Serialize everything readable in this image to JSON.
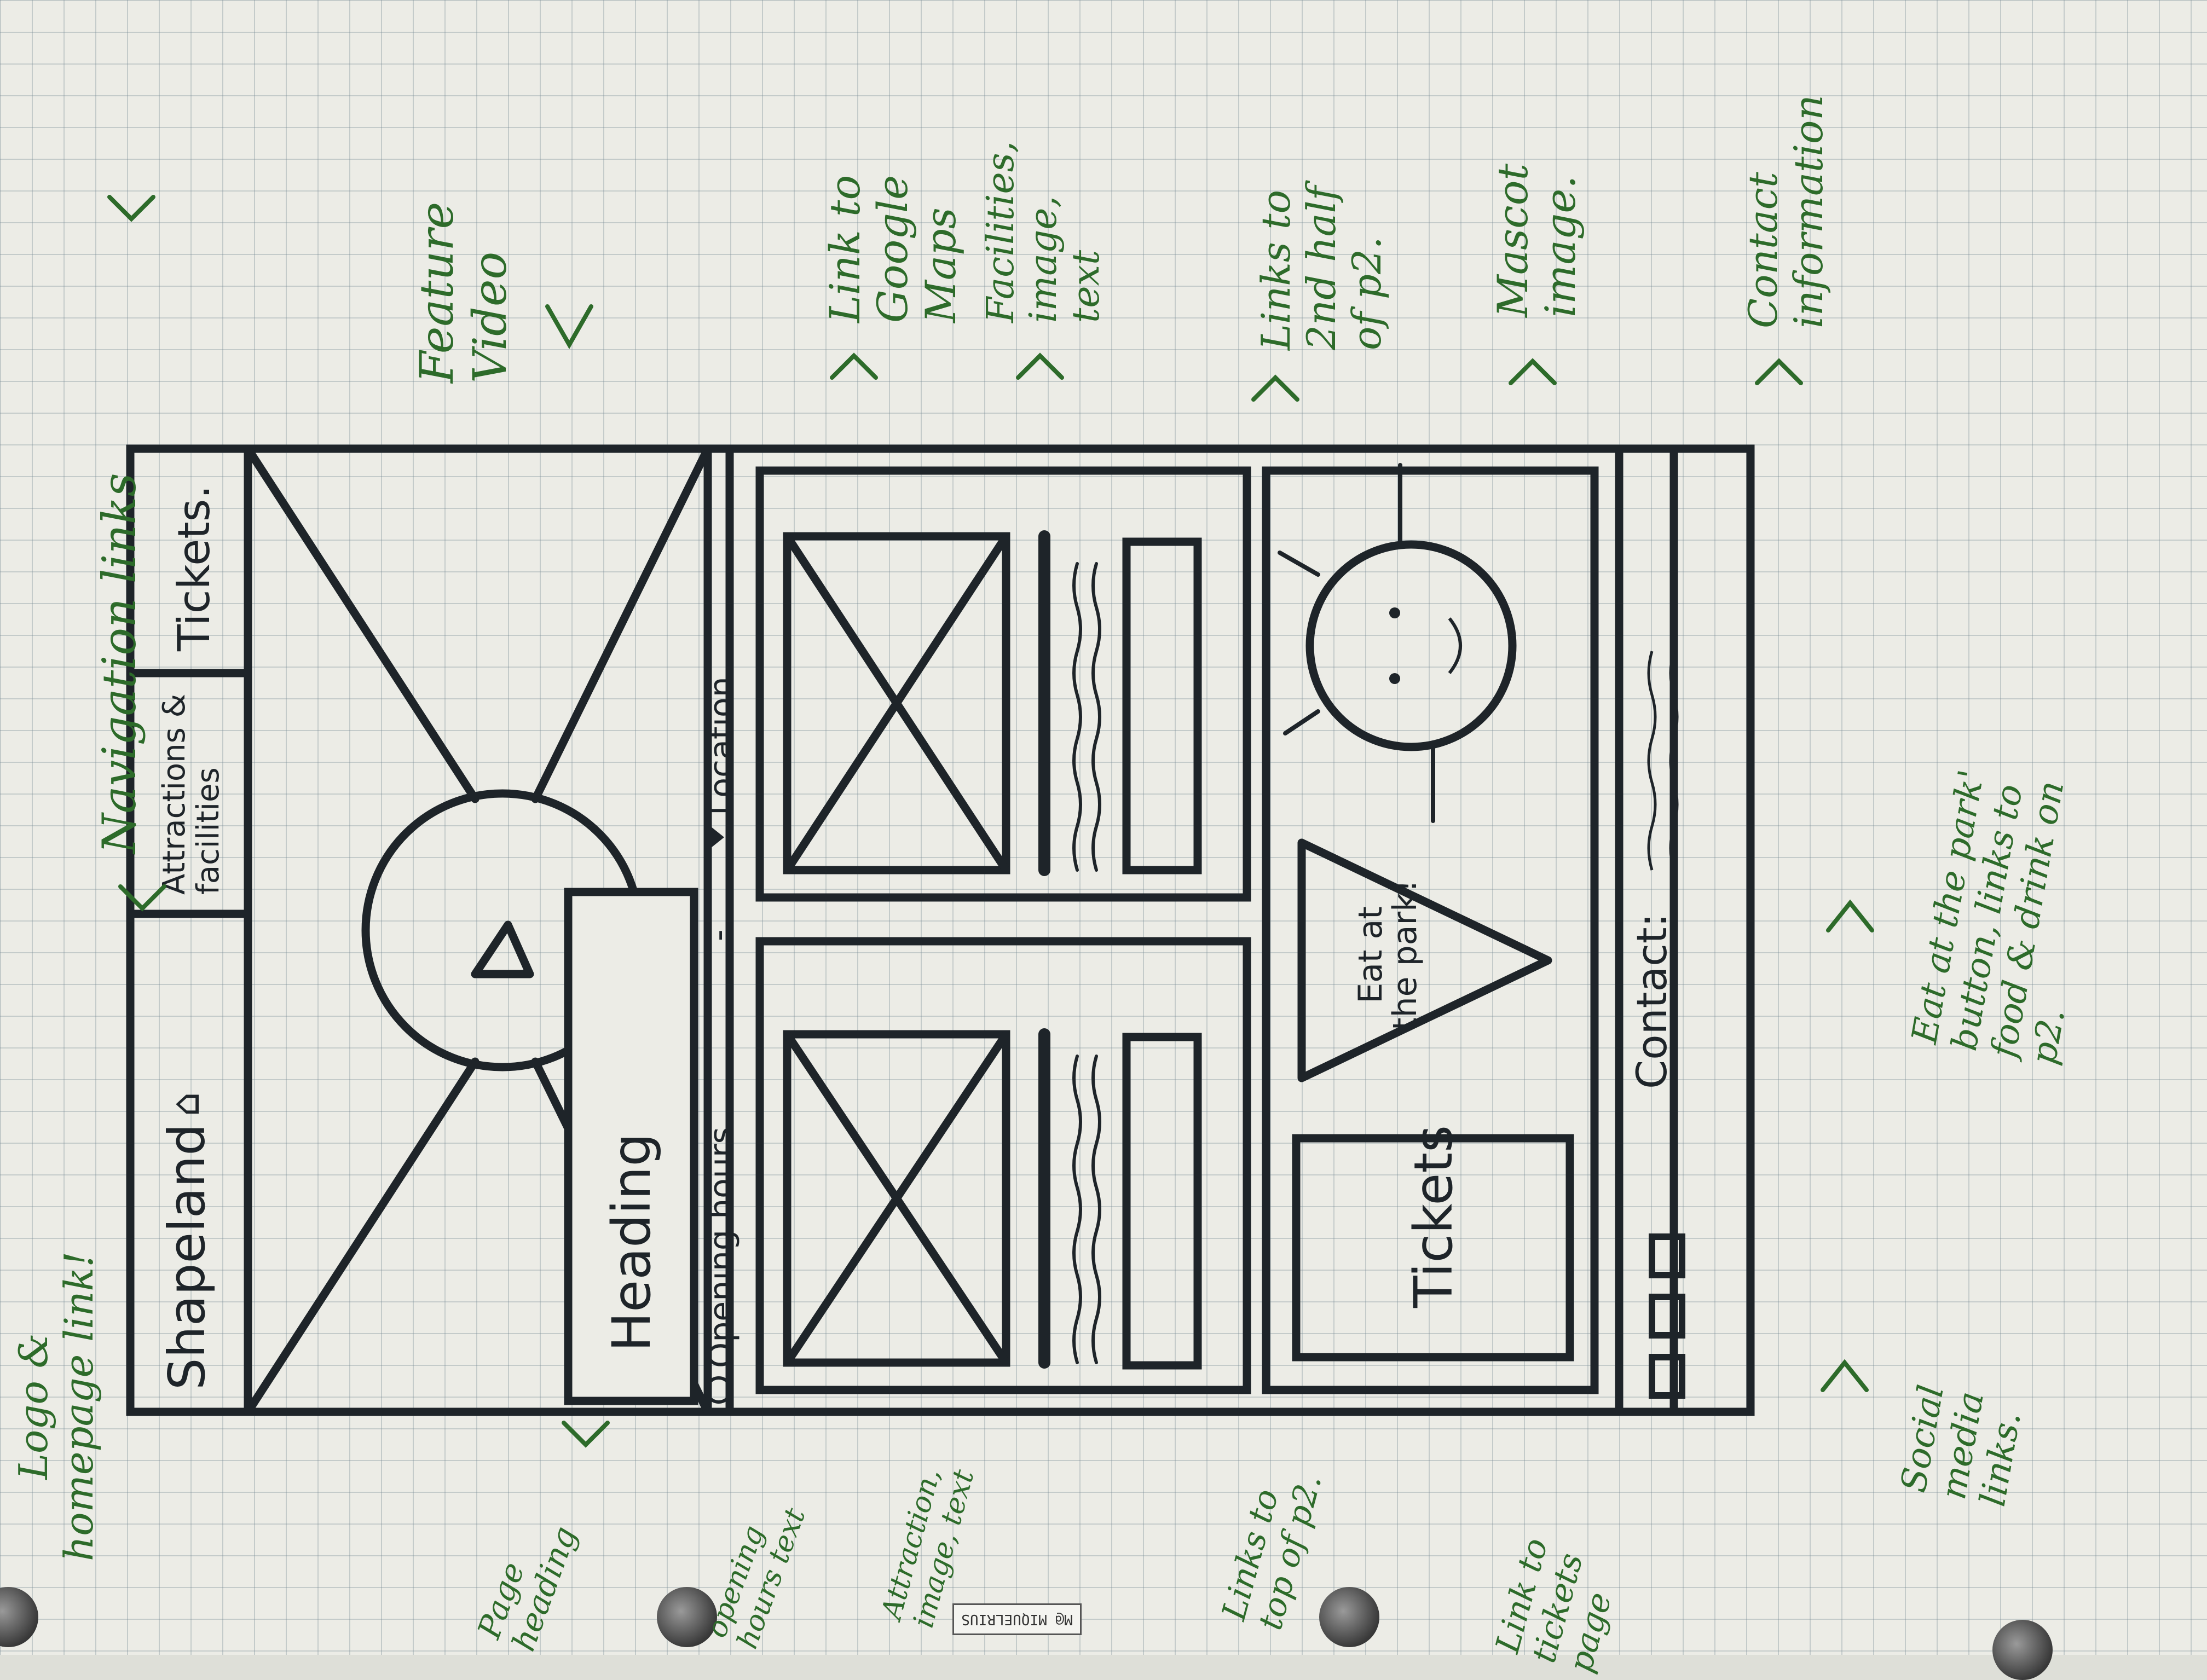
{
  "wireframe": {
    "logo": "Shapeland",
    "nav": [
      "Attractions & facilities",
      "Tickets."
    ],
    "heading": "Heading",
    "opening_hours": "Opening hours",
    "separator": "-",
    "location": "Location",
    "tickets_box": "Tickets",
    "eat_button": "Eat at the park!",
    "contact": "Contact:"
  },
  "annotations": {
    "logo_homepage": "Logo & homepage link!",
    "navigation": "Navigation links",
    "feature_video": "Feature Video",
    "google_maps": "Link to Google Maps",
    "facilities": "Facilities, image, text",
    "links_2nd_half": "Links to 2nd half of p2.",
    "mascot": "Mascot image.",
    "contact_info": "Contact information",
    "page_heading": "Page heading",
    "opening_hours_text": "opening hours text",
    "attraction": "Attraction, image, text",
    "links_top": "Links to top of p2.",
    "link_tickets": "Link to tickets page",
    "social_media": "Social media links.",
    "eat_at_park": "Eat at the park' button, links to food & drink on p2."
  },
  "brand_label": "M@ MIQUELRIUS",
  "colors": {
    "ink": "#1e2429",
    "annotation": "#2d6b2a",
    "paper": "#ececE6"
  },
  "icons": [
    "home-icon",
    "clock-icon",
    "location-pin-icon",
    "play-icon",
    "social-media-icon"
  ]
}
